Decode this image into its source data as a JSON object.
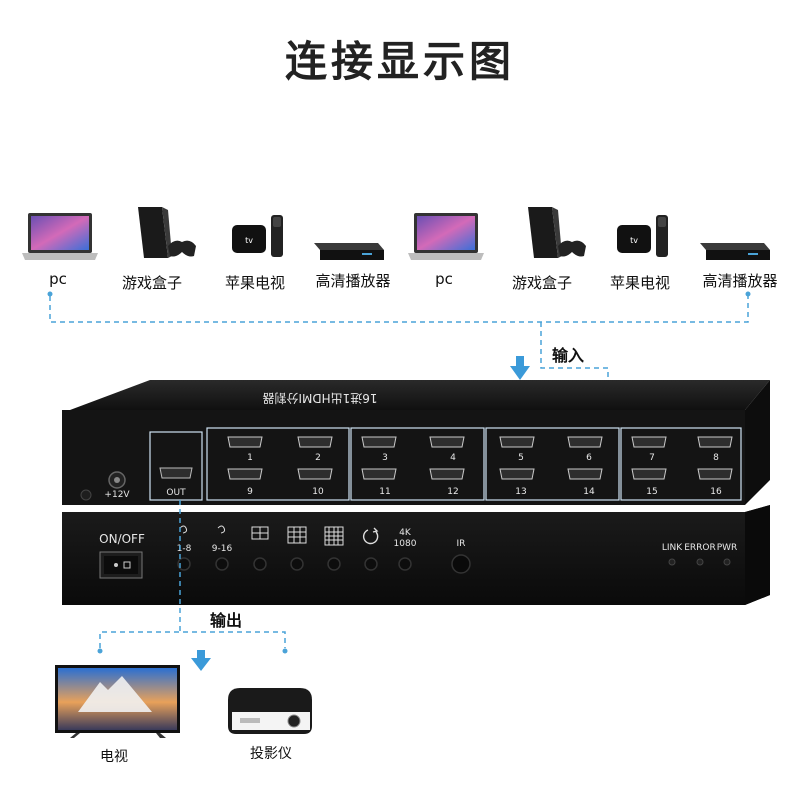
{
  "title": "连接显示图",
  "inputs": [
    {
      "label": "pc",
      "icon": "laptop-icon"
    },
    {
      "label": "游戏盒子",
      "icon": "game-console-icon"
    },
    {
      "label": "苹果电视",
      "icon": "apple-tv-icon"
    },
    {
      "label": "高清播放器",
      "icon": "media-player-icon"
    },
    {
      "label": "pc",
      "icon": "laptop-icon"
    },
    {
      "label": "游戏盒子",
      "icon": "game-console-icon"
    },
    {
      "label": "苹果电视",
      "icon": "apple-tv-icon"
    },
    {
      "label": "高清播放器",
      "icon": "media-player-icon"
    }
  ],
  "input_label": "输入",
  "output_label": "输出",
  "outputs": [
    {
      "label": "电视",
      "icon": "tv-icon"
    },
    {
      "label": "投影仪",
      "icon": "projector-icon"
    }
  ],
  "device": {
    "rear_text": "16进1出HDMI分割器",
    "power_label": "+12V",
    "out_label": "OUT",
    "ports_top": [
      "1",
      "2",
      "3",
      "4",
      "5",
      "6",
      "7",
      "8"
    ],
    "ports_bottom": [
      "9",
      "10",
      "11",
      "12",
      "13",
      "14",
      "15",
      "16"
    ],
    "front": {
      "onoff_label": "ON/OFF",
      "buttons": [
        "1-8",
        "9-16",
        "4K\n1080",
        "IR"
      ],
      "res_top": "4K",
      "res_bottom": "1080",
      "ir_label": "IR",
      "leds": [
        "LINK",
        "ERROR",
        "PWR"
      ]
    }
  },
  "colors": {
    "accent_line": "#4aa3d8",
    "arrow": "#3b9ad9",
    "device_body": "#151515",
    "port_highlight": "#cfe3f2"
  }
}
